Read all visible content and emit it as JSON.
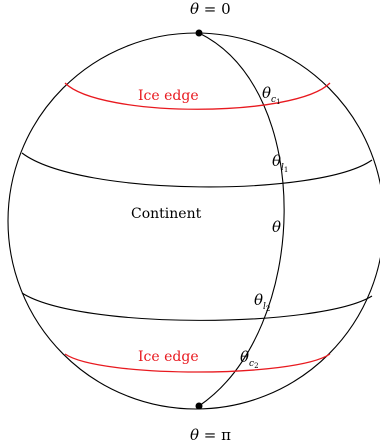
{
  "labels": {
    "north_pole": {
      "sym": "θ",
      "rest": " = 0"
    },
    "south_pole": {
      "sym": "θ",
      "rest": " = π"
    },
    "theta": "θ",
    "theta_c1": {
      "sym": "θ",
      "sub": "c",
      "subsub": "1"
    },
    "theta_l1": {
      "sym": "θ",
      "sub": "l",
      "subsub": "1"
    },
    "theta_l2": {
      "sym": "θ",
      "sub": "l",
      "subsub": "2"
    },
    "theta_c2": {
      "sym": "θ",
      "sub": "c",
      "subsub": "2"
    },
    "continent": "Continent",
    "ice_edge_top": "Ice edge",
    "ice_edge_bottom": "Ice edge"
  },
  "colors": {
    "outline": "#000000",
    "ice_edge": "#e8191f",
    "background": "#ffffff"
  }
}
